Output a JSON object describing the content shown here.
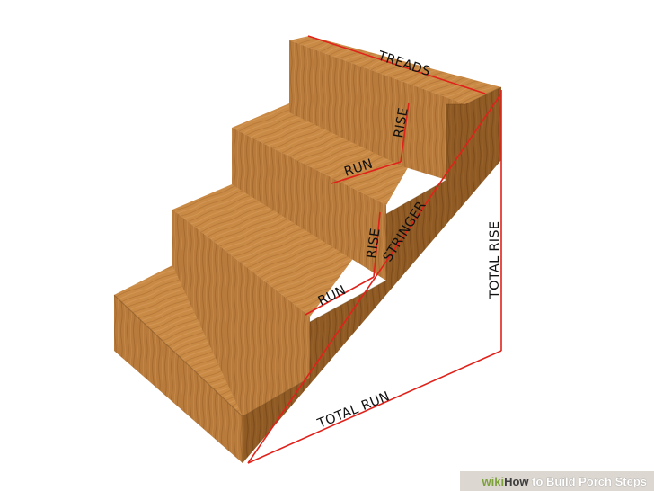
{
  "labels": {
    "treads": "TREADS",
    "rise_upper": "RISE",
    "run_upper": "RUN",
    "rise_lower": "RISE",
    "stringer": "STRINGER",
    "run_lower": "RUN",
    "total_rise": "TOTAL RISE",
    "total_run": "TOTAL RUN"
  },
  "watermark": {
    "wiki": "wiki",
    "how": "How",
    "rest": " to Build Porch Steps"
  },
  "colors": {
    "background": "#ffffff",
    "wood_top": "#c98a45",
    "wood_front": "#b57a3a",
    "wood_side": "#8f5a24",
    "measure_line": "#e0221b"
  }
}
